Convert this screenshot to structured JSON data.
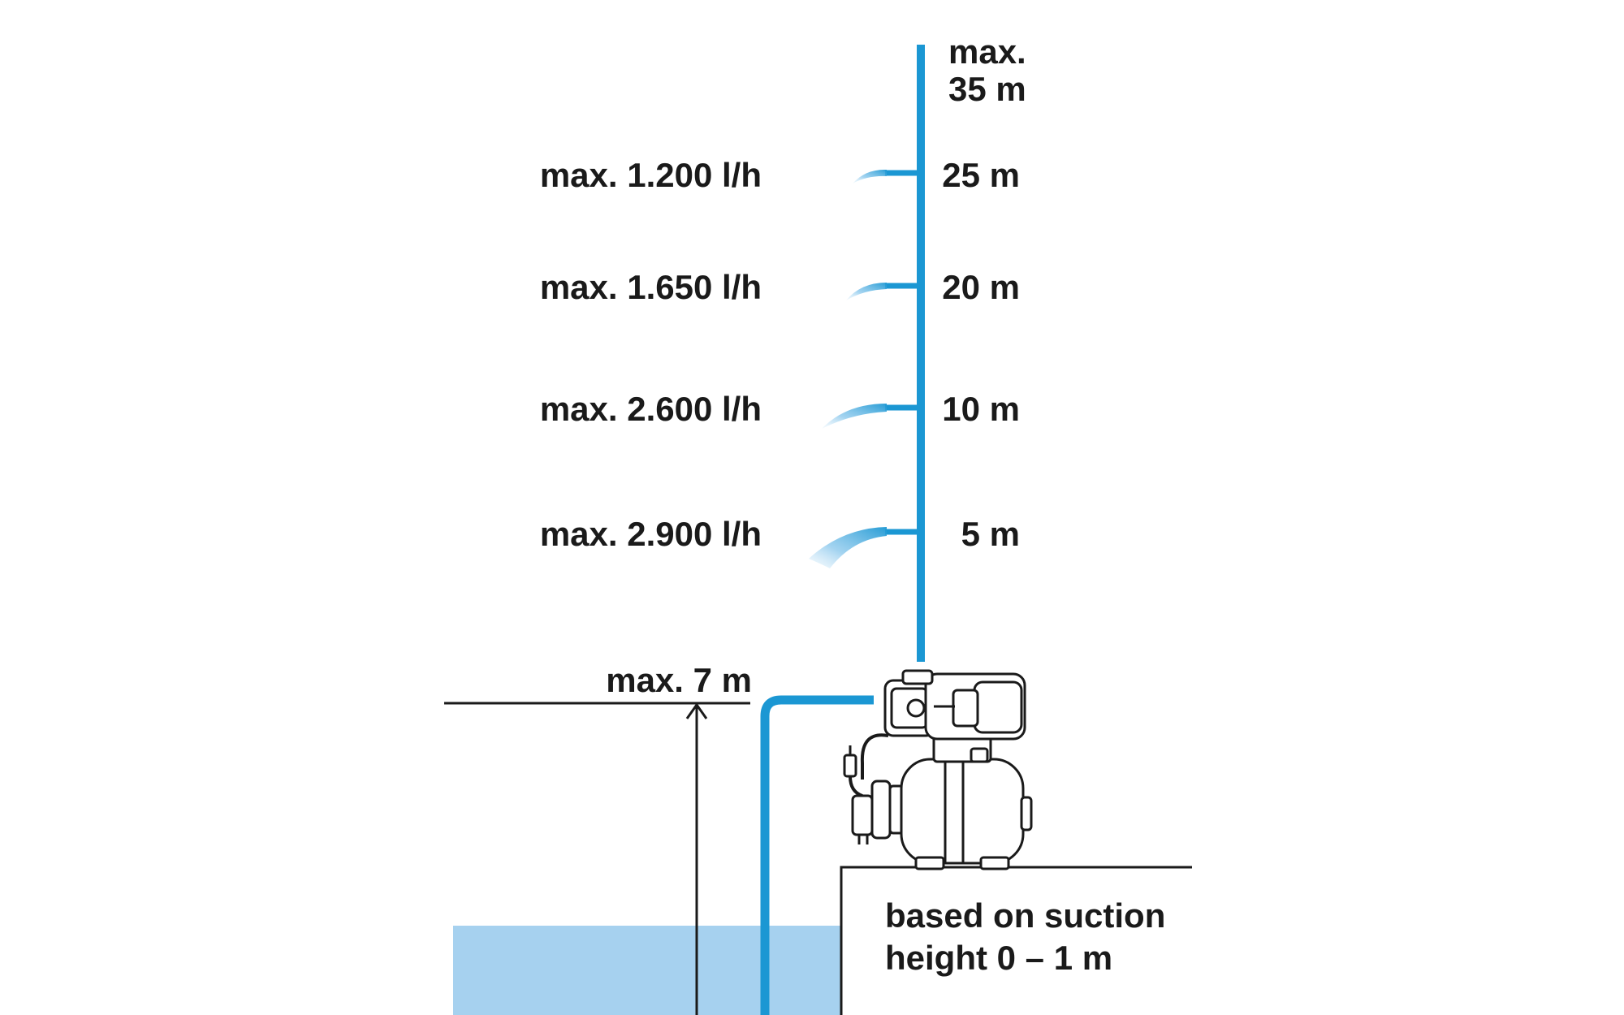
{
  "diagram": {
    "colors": {
      "pipe": "#1b97d3",
      "water": "#a6d1ef",
      "ink": "#1a1a1a",
      "background": "#ffffff"
    },
    "top_height": {
      "line1": "max.",
      "line2": "35 m"
    },
    "levels": [
      {
        "flow": "max. 1.200 l/h",
        "height": "25 m"
      },
      {
        "flow": "max. 1.650 l/h",
        "height": "20 m"
      },
      {
        "flow": "max. 2.600 l/h",
        "height": "10 m"
      },
      {
        "flow": "max. 2.900 l/h",
        "height": "5 m"
      }
    ],
    "suction_max": "max. 7 m",
    "note": {
      "line1": "based on suction",
      "line2": "height 0 – 1 m"
    },
    "pump_icon": "pressure-tank-pump-icon"
  }
}
